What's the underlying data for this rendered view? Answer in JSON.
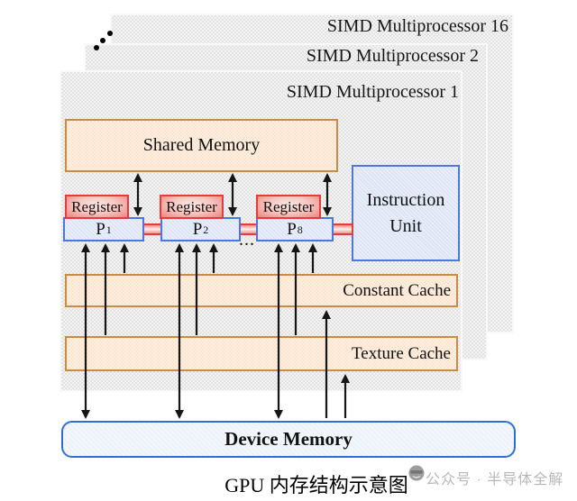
{
  "diagram": {
    "layers": [
      {
        "label": "SIMD Multiprocessor 16"
      },
      {
        "label": "SIMD Multiprocessor 2"
      },
      {
        "label": "SIMD Multiprocessor 1"
      }
    ],
    "shared_memory_label": "Shared Memory",
    "register_label": "Register",
    "processors": [
      {
        "base": "P",
        "sub": "1"
      },
      {
        "base": "P",
        "sub": "2"
      },
      {
        "base": "P",
        "sub": "8"
      }
    ],
    "processor_ellipsis": "...",
    "instruction_unit_label": "Instruction Unit",
    "constant_cache_label": "Constant Cache",
    "texture_cache_label": "Texture Cache",
    "device_memory_label": "Device Memory"
  },
  "caption": "GPU 内存结构示意图",
  "watermark": {
    "icon": "face-icon",
    "text": "公众号 · 半导体全解"
  },
  "colors": {
    "layer_gray": "#eaeaea",
    "memory_fill": "#fcead8",
    "memory_border": "#c98c44",
    "register_border": "#e23c3c",
    "processor_border": "#4a77e2",
    "device_border": "#2e6ed5",
    "arrow_black": "#151515",
    "watermark_gray": "#b7b7b7"
  }
}
